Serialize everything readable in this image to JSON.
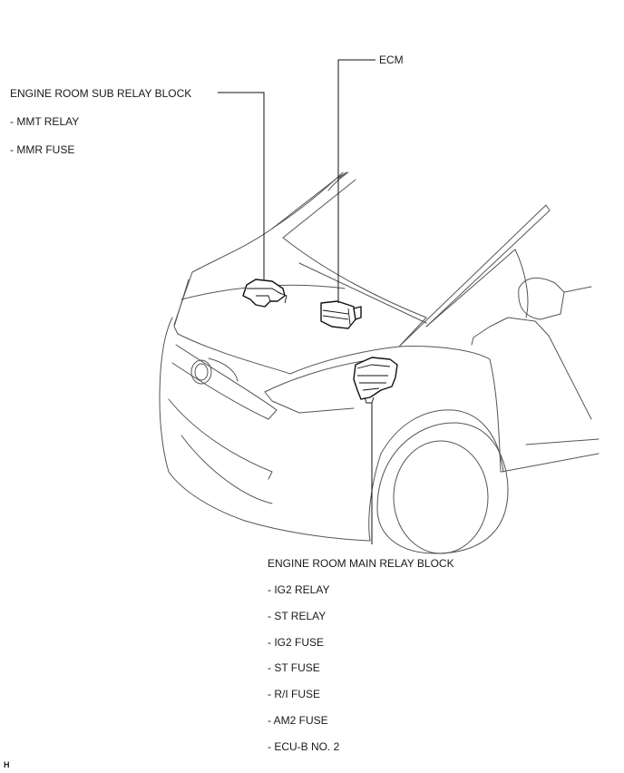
{
  "callouts": {
    "sub_relay_block": {
      "title": "ENGINE ROOM SUB RELAY BLOCK",
      "items": [
        "- MMT RELAY",
        "- MMR FUSE"
      ]
    },
    "ecm": {
      "title": "ECM"
    },
    "main_relay_block": {
      "title": "ENGINE ROOM MAIN RELAY BLOCK",
      "items": [
        "- IG2 RELAY",
        "- ST RELAY",
        "- IG2 FUSE",
        "- ST FUSE",
        "- R/I FUSE",
        "- AM2 FUSE",
        "- ECU-B NO. 2"
      ]
    }
  },
  "corner_mark": "H"
}
